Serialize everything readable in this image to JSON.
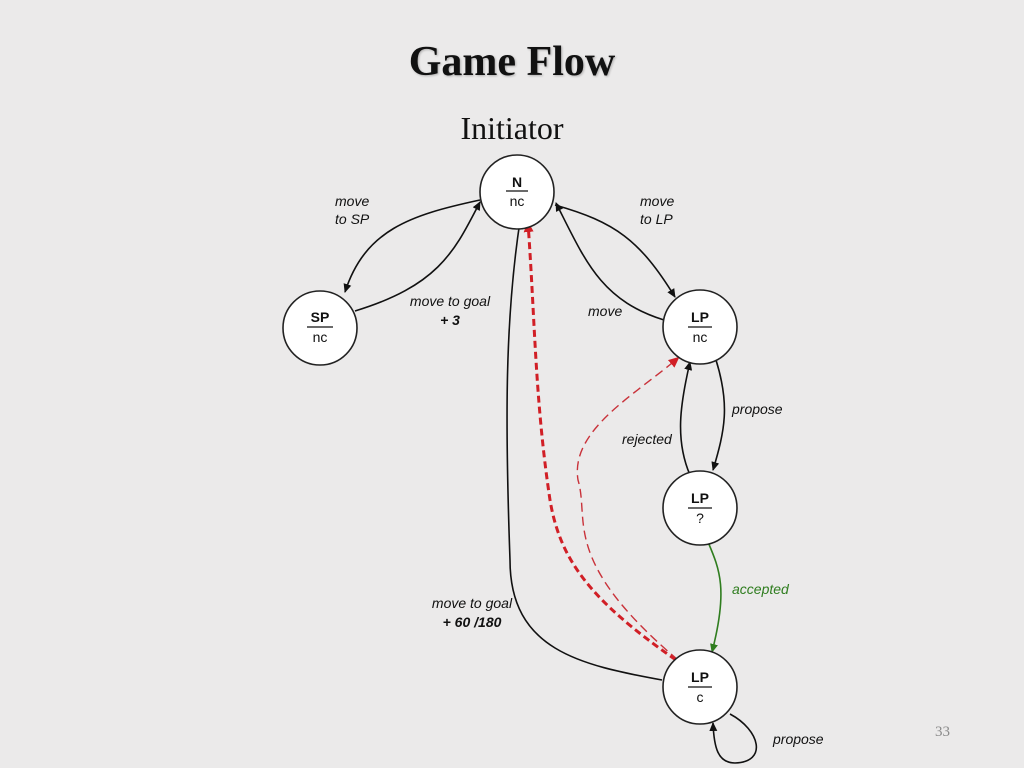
{
  "slide": {
    "title": "Game Flow",
    "subtitle": "Initiator",
    "page_number": "33"
  },
  "nodes": {
    "n": {
      "top": "N",
      "bottom": "nc"
    },
    "sp": {
      "top": "SP",
      "bottom": "nc"
    },
    "lp_nc": {
      "top": "LP",
      "bottom": "nc"
    },
    "lp_q": {
      "top": "LP",
      "bottom": "?"
    },
    "lp_c": {
      "top": "LP",
      "bottom": "c"
    }
  },
  "edge_labels": {
    "move_to_sp": [
      "move",
      "to SP"
    ],
    "move_to_lp": [
      "move",
      "to LP"
    ],
    "move_to_goal_sp": [
      "move to goal",
      "+ 3"
    ],
    "move": "move",
    "propose": "propose",
    "rejected": "rejected",
    "accepted": "accepted",
    "move_to_goal_lp": [
      "move to goal",
      "+ 60 /180"
    ],
    "propose_loop": "propose"
  },
  "colors": {
    "background": "#ebeaea",
    "accepted_edge": "#2f7d1f",
    "highlight_edge": "#d11f26"
  }
}
